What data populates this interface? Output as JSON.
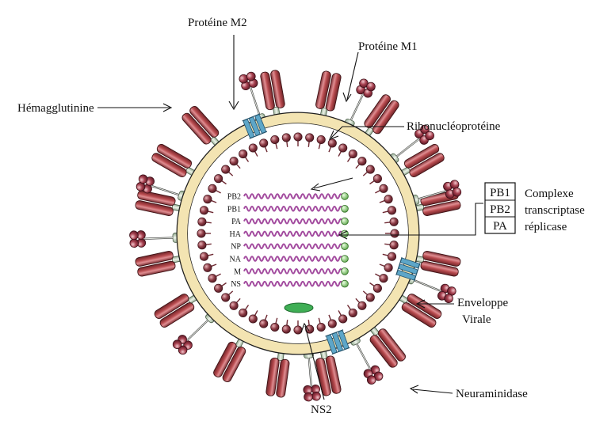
{
  "labels": {
    "m2": "Protéine M2",
    "m1": "Protéine M1",
    "ha": "Hémagglutinine",
    "rnp": "Ribonucléoprotéine",
    "complex_line1": "Complexe",
    "complex_line2": "transcriptase",
    "complex_line3": "réplicase",
    "envelope_line1": "Enveloppe",
    "envelope_line2": "Virale",
    "na": "Neuraminidase",
    "ns2": "NS2"
  },
  "complex_boxes": [
    "PB1",
    "PB2",
    "PA"
  ],
  "segments": [
    "PB2",
    "PB1",
    "PA",
    "HA",
    "NP",
    "NA",
    "M",
    "NS"
  ],
  "colors": {
    "hemagglutinin": "#b84b4f",
    "neuraminidase": "#8e2a3e",
    "envelope": "#f3e4b2",
    "m1_matrix": "#8b3a44",
    "rna": "#a24a9e",
    "polymerase": "#8fd57a",
    "m2": "#5da6c8",
    "ns2": "#3fae55",
    "na_stalk": "#cfdcc5"
  }
}
